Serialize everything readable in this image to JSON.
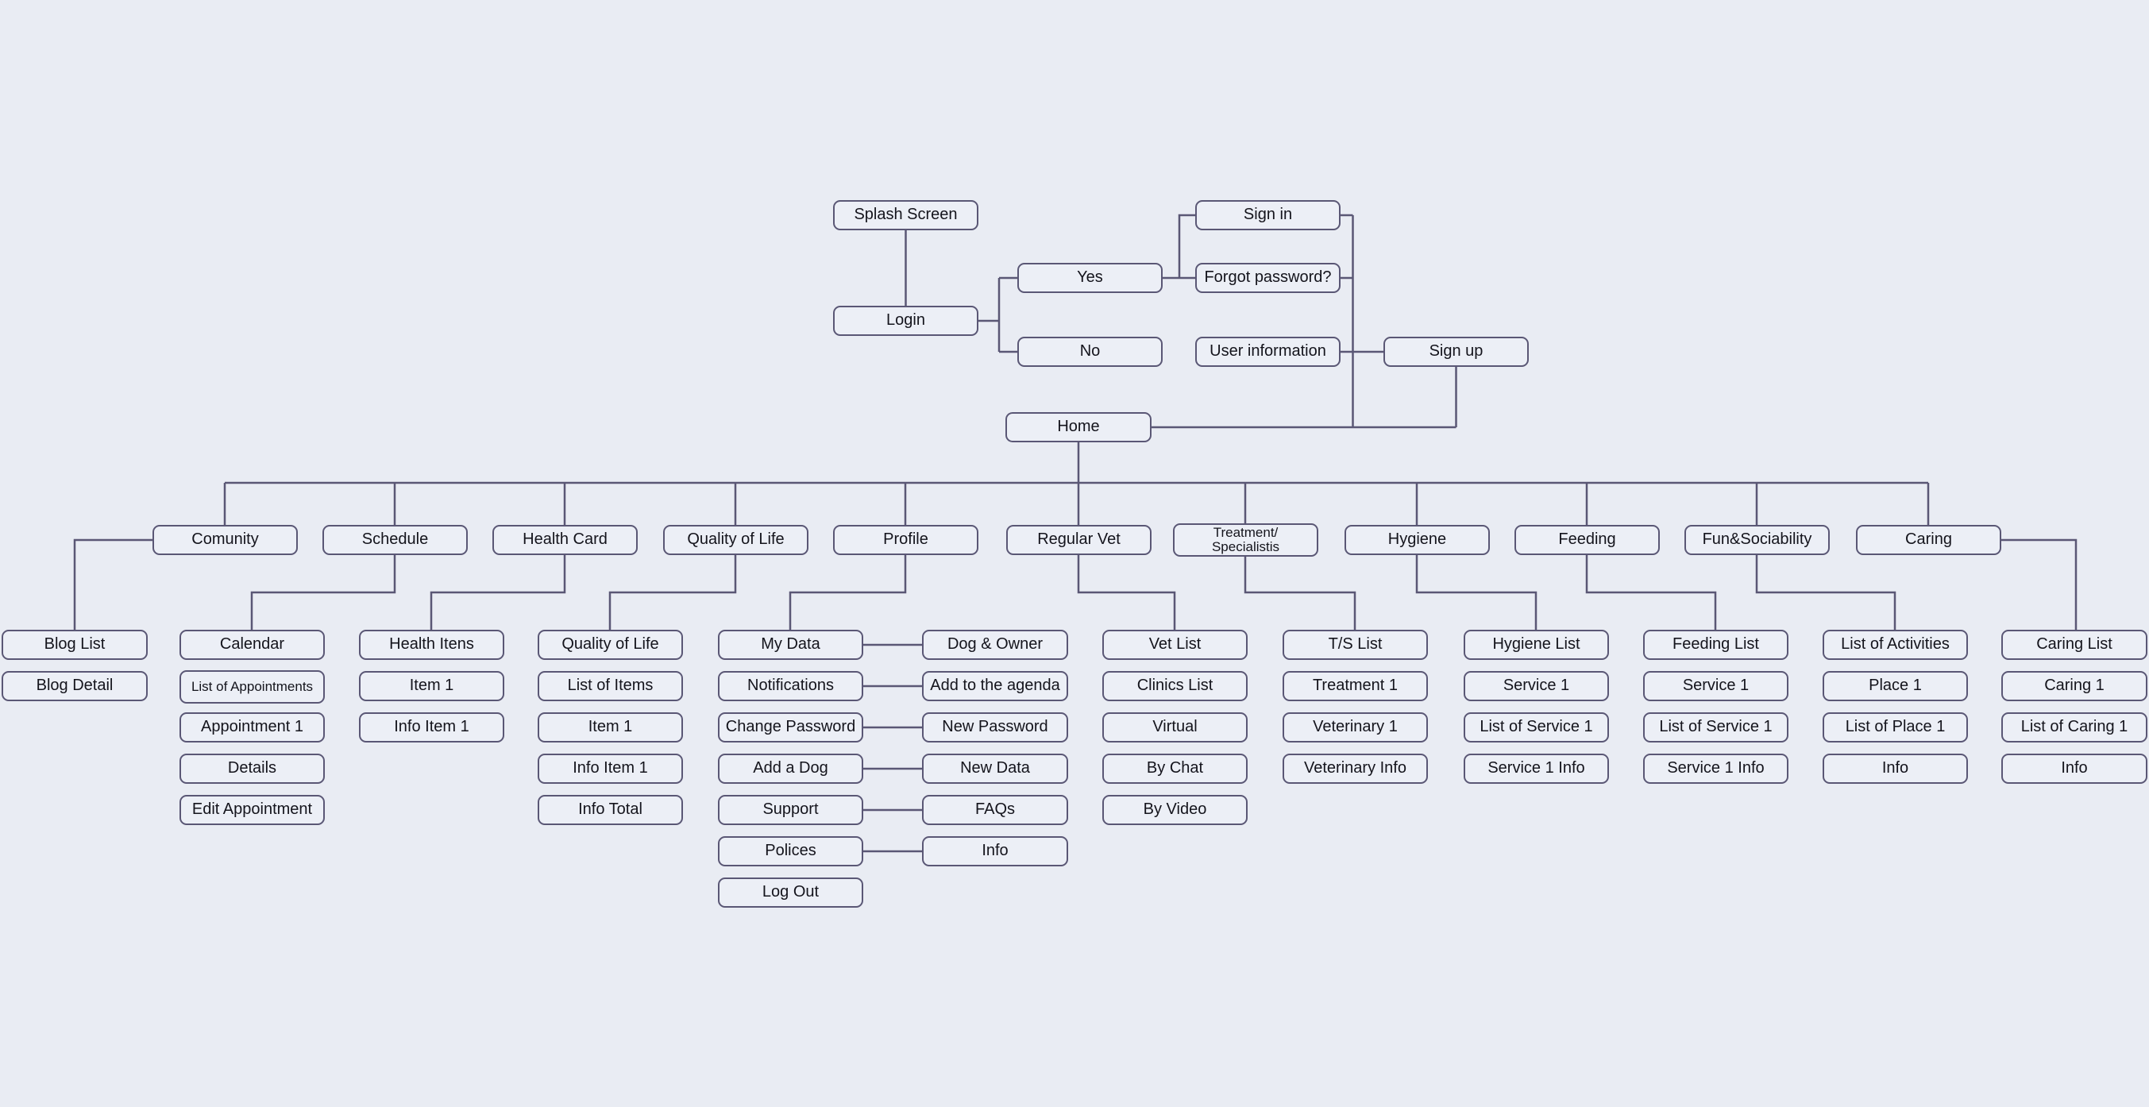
{
  "diagram": {
    "title_hint": "App sitemap flowchart",
    "colors": {
      "background": "#e9ecf3",
      "node_fill": "#eceff6",
      "stroke": "#5a5775",
      "text": "#14141c"
    },
    "auth": {
      "splash_screen": "Splash Screen",
      "login": "Login",
      "yes": "Yes",
      "no": "No",
      "sign_in": "Sign in",
      "forgot_password": "Forgot password?",
      "user_information": "User information",
      "sign_up": "Sign up",
      "home": "Home"
    },
    "categories": {
      "comunity": "Comunity",
      "schedule": "Schedule",
      "health_card": "Health Card",
      "quality_of_life": "Quality of Life",
      "profile": "Profile",
      "regular_vet": "Regular Vet",
      "treatment_specialistis": "Treatment/\nSpecialistis",
      "hygiene": "Hygiene",
      "feeding": "Feeding",
      "fun_sociability": "Fun&Sociability",
      "caring": "Caring"
    },
    "columns": {
      "blog": [
        "Blog List",
        "Blog Detail"
      ],
      "calendar": [
        "Calendar",
        "List of Appointments",
        "Appointment 1",
        "Details",
        "Edit Appointment"
      ],
      "health_card": [
        "Health Itens",
        "Item 1",
        "Info Item 1"
      ],
      "quality_of_life": [
        "Quality of Life",
        "List of Items",
        "Item 1",
        "Info Item 1",
        "Info Total"
      ],
      "profile": [
        "My Data",
        "Notifications",
        "Change Password",
        "Add a Dog",
        "Support",
        "Polices",
        "Log Out"
      ],
      "profile_pages": [
        "Dog & Owner",
        "Add to the agenda",
        "New Password",
        "New Data",
        "FAQs",
        "Info"
      ],
      "regular_vet": [
        "Vet List",
        "Clinics List",
        "Virtual",
        "By Chat",
        "By Video"
      ],
      "treatment": [
        "T/S List",
        "Treatment 1",
        "Veterinary 1",
        "Veterinary Info"
      ],
      "hygiene": [
        "Hygiene List",
        "Service 1",
        "List of Service 1",
        "Service 1 Info"
      ],
      "feeding": [
        "Feeding  List",
        "Service 1",
        "List of Service 1",
        "Service 1 Info"
      ],
      "fun_sociability": [
        "List of Activities",
        "Place 1",
        "List of Place 1",
        "Info"
      ],
      "caring": [
        "Caring  List",
        "Caring  1",
        "List of Caring  1",
        "Info"
      ]
    }
  }
}
